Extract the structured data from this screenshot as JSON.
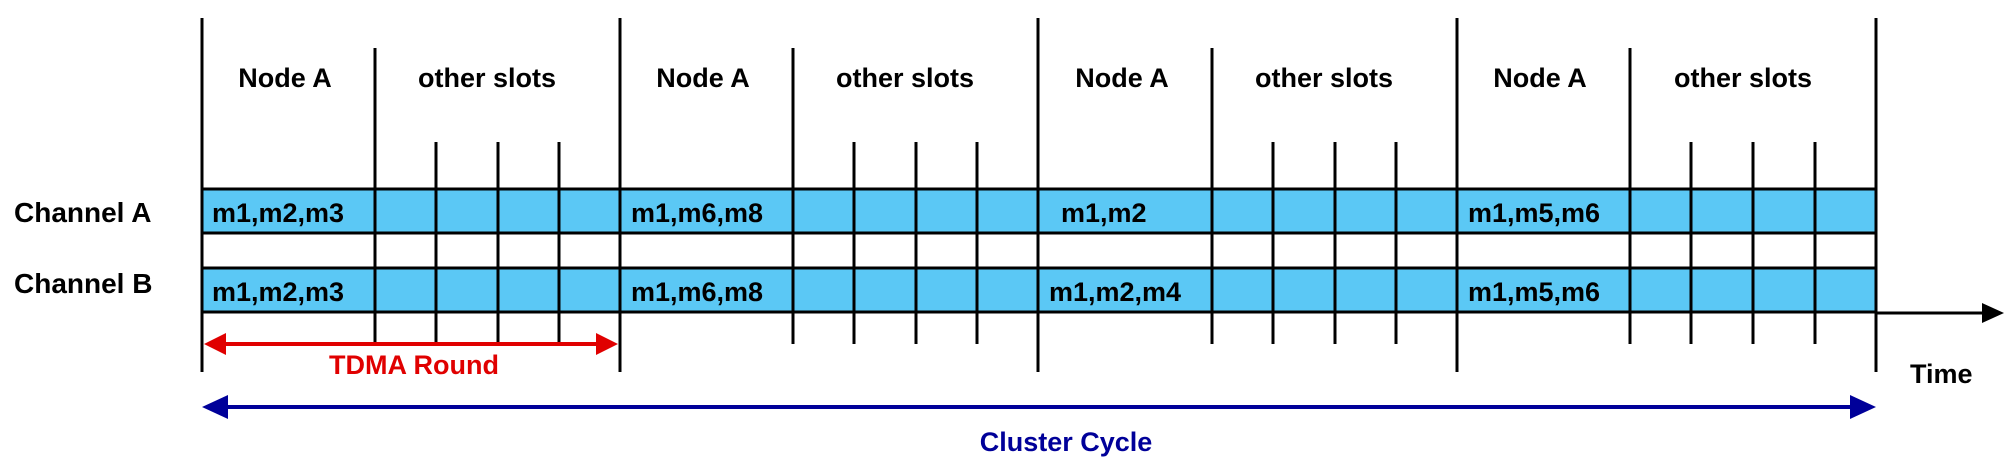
{
  "channels": [
    {
      "name": "Channel A",
      "rounds": [
        {
          "node_label": "Node A",
          "messages": "m1,m2,m3",
          "other_label": "other slots"
        },
        {
          "node_label": "Node A",
          "messages": "m1,m6,m8",
          "other_label": "other slots"
        },
        {
          "node_label": "Node A",
          "messages": "m1,m2",
          "other_label": "other slots"
        },
        {
          "node_label": "Node A",
          "messages": "m1,m5,m6",
          "other_label": "other slots"
        }
      ]
    },
    {
      "name": "Channel B",
      "rounds": [
        {
          "messages": "m1,m2,m3"
        },
        {
          "messages": "m1,m6,m8"
        },
        {
          "messages": "m1,m2,m4"
        },
        {
          "messages": "m1,m5,m6"
        }
      ]
    }
  ],
  "tdma_round_label": "TDMA Round",
  "cluster_cycle_label": "Cluster Cycle",
  "time_label": "Time",
  "colors": {
    "slot_fill": "#5bc8f5",
    "line": "#000000",
    "tdma_arrow": "#e00000",
    "cluster_arrow": "#000099"
  }
}
